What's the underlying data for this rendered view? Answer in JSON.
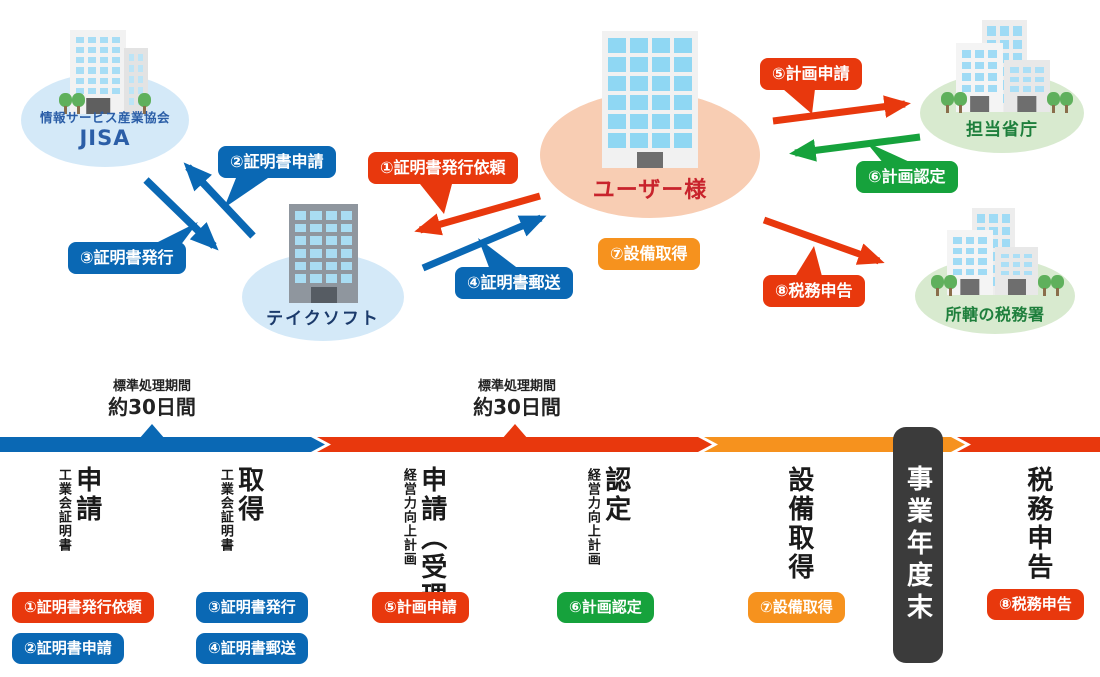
{
  "colors": {
    "blue": "#0A68B4",
    "red": "#E8380D",
    "orange": "#F6921E",
    "green": "#16A23C",
    "milestone_bg": "#3B3B3B",
    "ellipse_light_blue": "#D4E9F8",
    "ellipse_salmon": "#F8CDB3",
    "ellipse_green": "#D8EACF"
  },
  "entities": {
    "jisa": {
      "org": "情報サービス産業協会",
      "abbr": "JISA"
    },
    "takesoft": {
      "name": "テイクソフト"
    },
    "user": {
      "name": "ユーザー様"
    },
    "ministry": {
      "name": "担当省庁"
    },
    "tax_office": {
      "name": "所轄の税務署"
    }
  },
  "flow_labels": {
    "l1": "①証明書発行依頼",
    "l2": "②証明書申請",
    "l3": "③証明書発行",
    "l4": "④証明書郵送",
    "l5": "⑤計画申請",
    "l6": "⑥計画認定",
    "l7": "⑦設備取得",
    "l8": "⑧税務申告"
  },
  "timeline": {
    "period1": {
      "line1": "標準処理期間",
      "line2": "約30日間"
    },
    "period2": {
      "line1": "標準処理期間",
      "line2": "約30日間"
    },
    "milestone": "事業年度末",
    "stages": [
      {
        "main": "申請",
        "sub": "工業会証明書"
      },
      {
        "main": "取得",
        "sub": "工業会証明書"
      },
      {
        "main": "申請（受理）",
        "sub": "経営力向上計画"
      },
      {
        "main": "認定",
        "sub": "経営力向上計画"
      },
      {
        "main": "設備取得",
        "sub": ""
      },
      {
        "main": "税務申告",
        "sub": ""
      }
    ],
    "badges": {
      "b1": "①証明書発行依頼",
      "b2": "②証明書申請",
      "b3": "③証明書発行",
      "b4": "④証明書郵送",
      "b5": "⑤計画申請",
      "b6": "⑥計画認定",
      "b7": "⑦設備取得",
      "b8": "⑧税務申告"
    }
  }
}
